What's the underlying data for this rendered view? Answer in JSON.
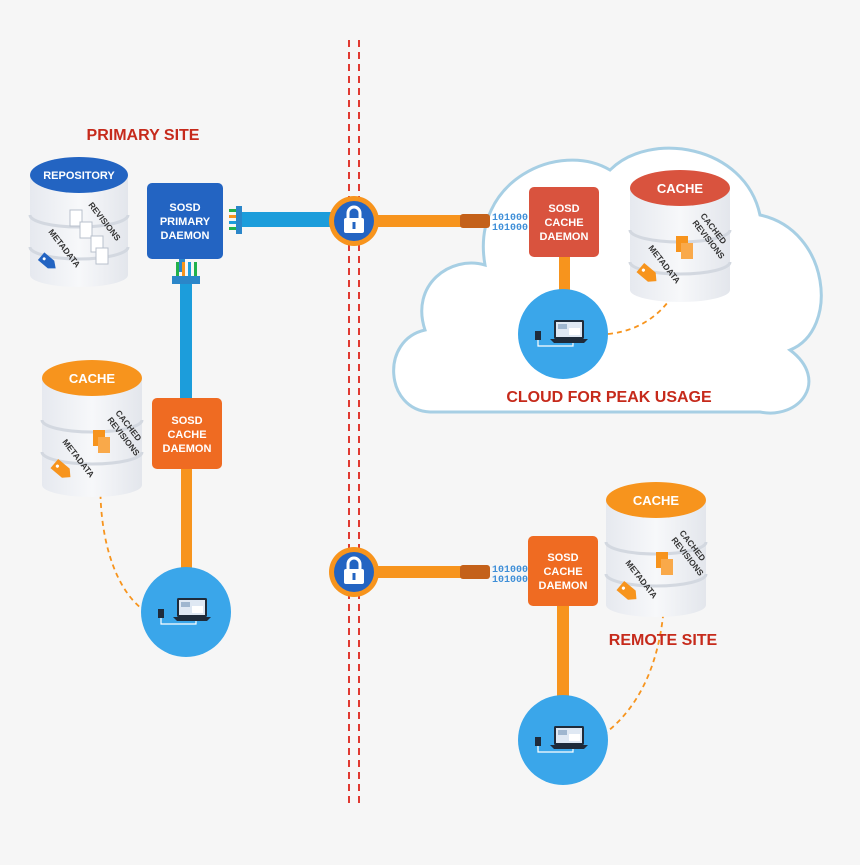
{
  "labels": {
    "primary_site": "PRIMARY SITE",
    "cloud": "CLOUD FOR PEAK USAGE",
    "remote_site": "REMOTE SITE"
  },
  "daemons": {
    "primary": [
      "SOSD",
      "PRIMARY",
      "DAEMON"
    ],
    "cache_primary": [
      "SOSD",
      "CACHE",
      "DAEMON"
    ],
    "cache_cloud": [
      "SOSD",
      "CACHE",
      "DAEMON"
    ],
    "cache_remote": [
      "SOSD",
      "CACHE",
      "DAEMON"
    ]
  },
  "databases": {
    "repository": {
      "title": "REPOSITORY",
      "revisions": "REVISIONS",
      "metadata": "METADATA"
    },
    "cache_primary": {
      "title": "CACHE",
      "cached": "CACHED",
      "revisions": "REVISIONS",
      "metadata": "METADATA"
    },
    "cache_cloud": {
      "title": "CACHE",
      "cached": "CACHED",
      "revisions": "REVISIONS",
      "metadata": "METADATA"
    },
    "cache_remote": {
      "title": "CACHE",
      "cached": "CACHED",
      "revisions": "REVISIONS",
      "metadata": "METADATA"
    }
  },
  "binary": {
    "line1": "101000",
    "line2": "101000"
  },
  "colors": {
    "orange": "#f7941d",
    "orange_dark": "#ef6b22",
    "cloud_daemon": "#d9533e",
    "blue": "#1c9ddb",
    "client_blue": "#3aa6ea",
    "navy": "#2364c2",
    "red_label": "#c62a1b",
    "divider": "#e03a32"
  }
}
